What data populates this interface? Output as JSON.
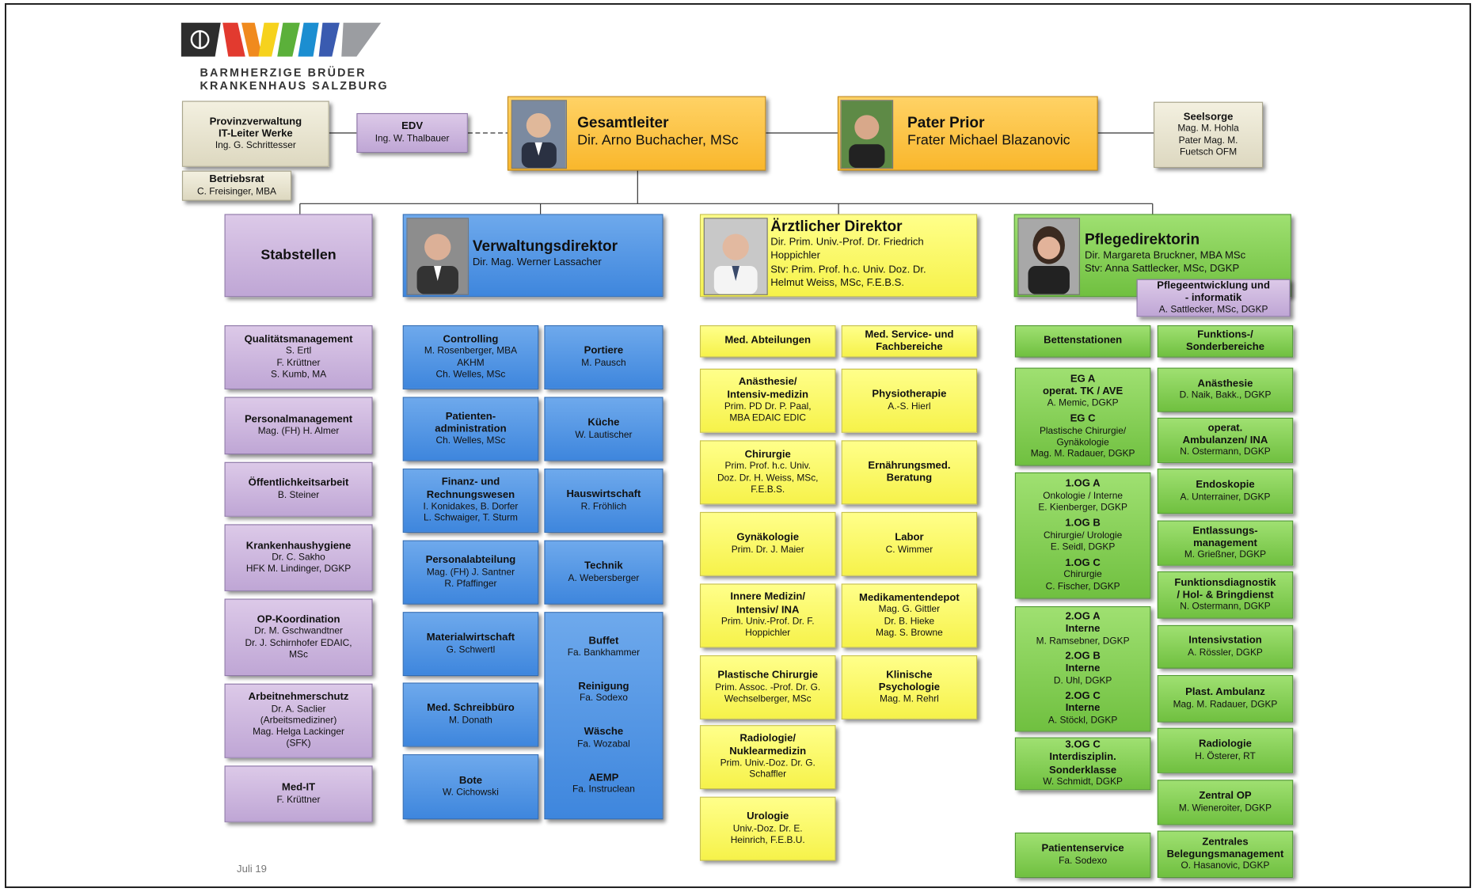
{
  "logo": {
    "line1": "BARMHERZIGE BRÜDER",
    "line2": "KRANKENHAUS SALZBURG",
    "stripe_colors": [
      "#e23a2f",
      "#f08a1e",
      "#f6d21d",
      "#5bb03a",
      "#1c8ed1",
      "#3a5bb0",
      "#9b9da1"
    ]
  },
  "top": {
    "provinzverwaltung": {
      "title": "Provinzverwaltung\nIT-Leiter  Werke",
      "sub": "Ing. G. Schrittesser"
    },
    "betriebsrat": {
      "title": "Betriebsrat",
      "sub": "C. Freisinger, MBA"
    },
    "edv": {
      "title": "EDV",
      "sub": "Ing. W. Thalbauer"
    },
    "gesamtleiter": {
      "title": "Gesamtleiter",
      "sub": "Dir. Arno Buchacher, MSc"
    },
    "pater_prior": {
      "title": "Pater Prior",
      "sub": "Frater Michael Blazanovic"
    },
    "seelsorge": {
      "title": "Seelsorge",
      "sub": "Mag. M. Hohla\nPater Mag. M.\nFuetsch OFM"
    }
  },
  "directors": {
    "stabstellen": {
      "title": "Stabstellen"
    },
    "verwaltungsdirektor": {
      "title": "Verwaltungsdirektor",
      "sub": "Dir. Mag. Werner Lassacher"
    },
    "aerztlicher_direktor": {
      "title": "Ärztlicher Direktor",
      "sub": "Dir. Prim. Univ.-Prof. Dr. Friedrich\nHoppichler\nStv: Prim. Prof. h.c. Univ. Doz. Dr.\nHelmut Weiss,  MSc, F.E.B.S."
    },
    "pflegedirektorin": {
      "title": "Pflegedirektorin",
      "sub": "Dir. Margareta Bruckner,  MBA MSc\nStv: Anna Sattlecker, MSc, DGKP"
    },
    "pflegeentwicklung": {
      "title": "Pflegeentwicklung und\n- informatik",
      "sub": "A. Sattlecker, MSc, DGKP"
    }
  },
  "stab": [
    {
      "title": "Qualitätsmanagement",
      "sub": "S. Ertl\nF. Krüttner\nS. Kumb, MA"
    },
    {
      "title": "Personalmanagement",
      "sub": "Mag. (FH) H. Almer"
    },
    {
      "title": "Öffentlichkeitsarbeit",
      "sub": "B. Steiner"
    },
    {
      "title": "Krankenhaushygiene",
      "sub": "Dr. C. Sakho\nHFK M. Lindinger, DGKP"
    },
    {
      "title": "OP-Koordination",
      "sub": "Dr. M. Gschwandtner\nDr. J. Schirnhofer EDAIC,\nMSc"
    },
    {
      "title": "Arbeitnehmerschutz",
      "sub": "Dr. A. Saclier\n(Arbeitsmediziner)\nMag. Helga Lackinger\n(SFK)"
    },
    {
      "title": "Med-IT",
      "sub": "F. Krüttner"
    }
  ],
  "verwaltung_left": [
    {
      "title": "Controlling",
      "sub": "M. Rosenberger, MBA\nAKHM\nCh. Welles, MSc"
    },
    {
      "title": "Patienten-\nadministration",
      "sub": "Ch. Welles, MSc"
    },
    {
      "title": "Finanz-  und\nRechnungswesen",
      "sub": "I. Konidakes, B. Dorfer\nL. Schwaiger, T. Sturm"
    },
    {
      "title": "Personalabteilung",
      "sub": "Mag. (FH) J. Santner\nR. Pfaffinger"
    },
    {
      "title": "Materialwirtschaft",
      "sub": "G. Schwertl"
    },
    {
      "title": "Med. Schreibbüro",
      "sub": "M. Donath"
    },
    {
      "title": "Bote",
      "sub": "W. Cichowski"
    }
  ],
  "verwaltung_right": [
    {
      "title": "Portiere",
      "sub": "M. Pausch"
    },
    {
      "title": "Küche",
      "sub": "W. Lautischer"
    },
    {
      "title": "Hauswirtschaft",
      "sub": "R. Fröhlich"
    },
    {
      "title": "Technik",
      "sub": "A. Webersberger"
    },
    {
      "title": "Buffet",
      "sub": "Fa. Bankhammer",
      "title2": "Reinigung",
      "sub2": "Fa. Sodexo",
      "title3": "Wäsche",
      "sub3": "Fa. Wozabal",
      "title4": "AEMP",
      "sub4": "Fa. Instruclean"
    }
  ],
  "aerztlich_left": [
    {
      "title": "Med. Abteilungen",
      "sub": ""
    },
    {
      "title": "Anästhesie/\nIntensiv-medizin",
      "sub": "Prim. PD Dr. P. Paal,\nMBA EDAIC EDIC"
    },
    {
      "title": "Chirurgie",
      "sub": "Prim. Prof. h.c. Univ.\nDoz. Dr. H. Weiss, MSc,\nF.E.B.S."
    },
    {
      "title": "Gynäkologie",
      "sub": "Prim. Dr. J. Maier"
    },
    {
      "title": "Innere Medizin/\nIntensiv/ INA",
      "sub": "Prim. Univ.-Prof. Dr. F.\nHoppichler"
    },
    {
      "title": "Plastische Chirurgie",
      "sub": "Prim. Assoc. -Prof. Dr. G.\nWechselberger, MSc"
    },
    {
      "title": "Radiologie/\nNuklearmedizin",
      "sub": "Prim. Univ.-Doz. Dr. G.\nSchaffler"
    },
    {
      "title": "Urologie",
      "sub": "Univ.-Doz. Dr. E.\nHeinrich, F.E.B.U."
    }
  ],
  "aerztlich_right": [
    {
      "title": "Med. Service- und\nFachbereiche",
      "sub": ""
    },
    {
      "title": "Physiotherapie",
      "sub": "A.-S. Hierl"
    },
    {
      "title": "Ernährungsmed.\nBeratung",
      "sub": ""
    },
    {
      "title": "Labor",
      "sub": "C. Wimmer"
    },
    {
      "title": "Medikamentendepot",
      "sub": "Mag. G. Gittler\nDr. B. Hieke\nMag. S. Browne"
    },
    {
      "title": "Klinische\nPsychologie",
      "sub": "Mag. M. Rehrl"
    }
  ],
  "pflege_left": [
    {
      "title": "Bettenstationen",
      "sub": ""
    },
    {
      "groups": [
        {
          "title": "EG A\noperat. TK / AVE",
          "sub": "A. Memic, DGKP"
        },
        {
          "title": "EG C",
          "sub": "Plastische Chirurgie/\nGynäkologie\nMag. M. Radauer, DGKP"
        }
      ]
    },
    {
      "groups": [
        {
          "title": "1.OG A",
          "sub": "Onkologie / Interne\nE. Kienberger, DGKP"
        },
        {
          "title": "1.OG B",
          "sub": "Chirurgie/ Urologie\nE. Seidl, DGKP"
        },
        {
          "title": "1.OG C",
          "sub": "Chirurgie\nC. Fischer, DGKP"
        }
      ]
    },
    {
      "groups": [
        {
          "title": "2.OG A\nInterne",
          "sub": "M. Ramsebner, DGKP"
        },
        {
          "title": "2.OG B\nInterne",
          "sub": "D. Uhl, DGKP"
        },
        {
          "title": "2.OG C\nInterne",
          "sub": "A. Stöckl, DGKP"
        }
      ]
    },
    {
      "groups": [
        {
          "title": "3.OG C\nInterdisziplin.\nSonderklasse",
          "sub": "W. Schmidt, DGKP"
        }
      ]
    },
    {
      "title": "Patientenservice",
      "sub": "Fa. Sodexo"
    }
  ],
  "pflege_right": [
    {
      "title": "Funktions-/\nSonderbereiche",
      "sub": ""
    },
    {
      "title": "Anästhesie",
      "sub": "D. Naik, Bakk., DGKP"
    },
    {
      "title": "operat.\nAmbulanzen/ INA",
      "sub": "N. Ostermann, DGKP"
    },
    {
      "title": "Endoskopie",
      "sub": "A. Unterrainer, DGKP"
    },
    {
      "title": "Entlassungs-\nmanagement",
      "sub": "M. Grießner, DGKP"
    },
    {
      "title": "Funktionsdiagnostik\n/ Hol-  & Bringdienst",
      "sub": "N. Ostermann, DGKP"
    },
    {
      "title": "Intensivstation",
      "sub": "A. Rössler, DGKP"
    },
    {
      "title": "Plast. Ambulanz",
      "sub": "Mag. M. Radauer, DGKP"
    },
    {
      "title": "Radiologie",
      "sub": "H. Österer, RT"
    },
    {
      "title": "Zentral OP",
      "sub": "M. Wieneroiter, DGKP"
    },
    {
      "title": "Zentrales\nBelegungsmanagement",
      "sub": "O. Hasanovic, DGKP"
    }
  ],
  "footer": {
    "date": "Juli 19"
  }
}
